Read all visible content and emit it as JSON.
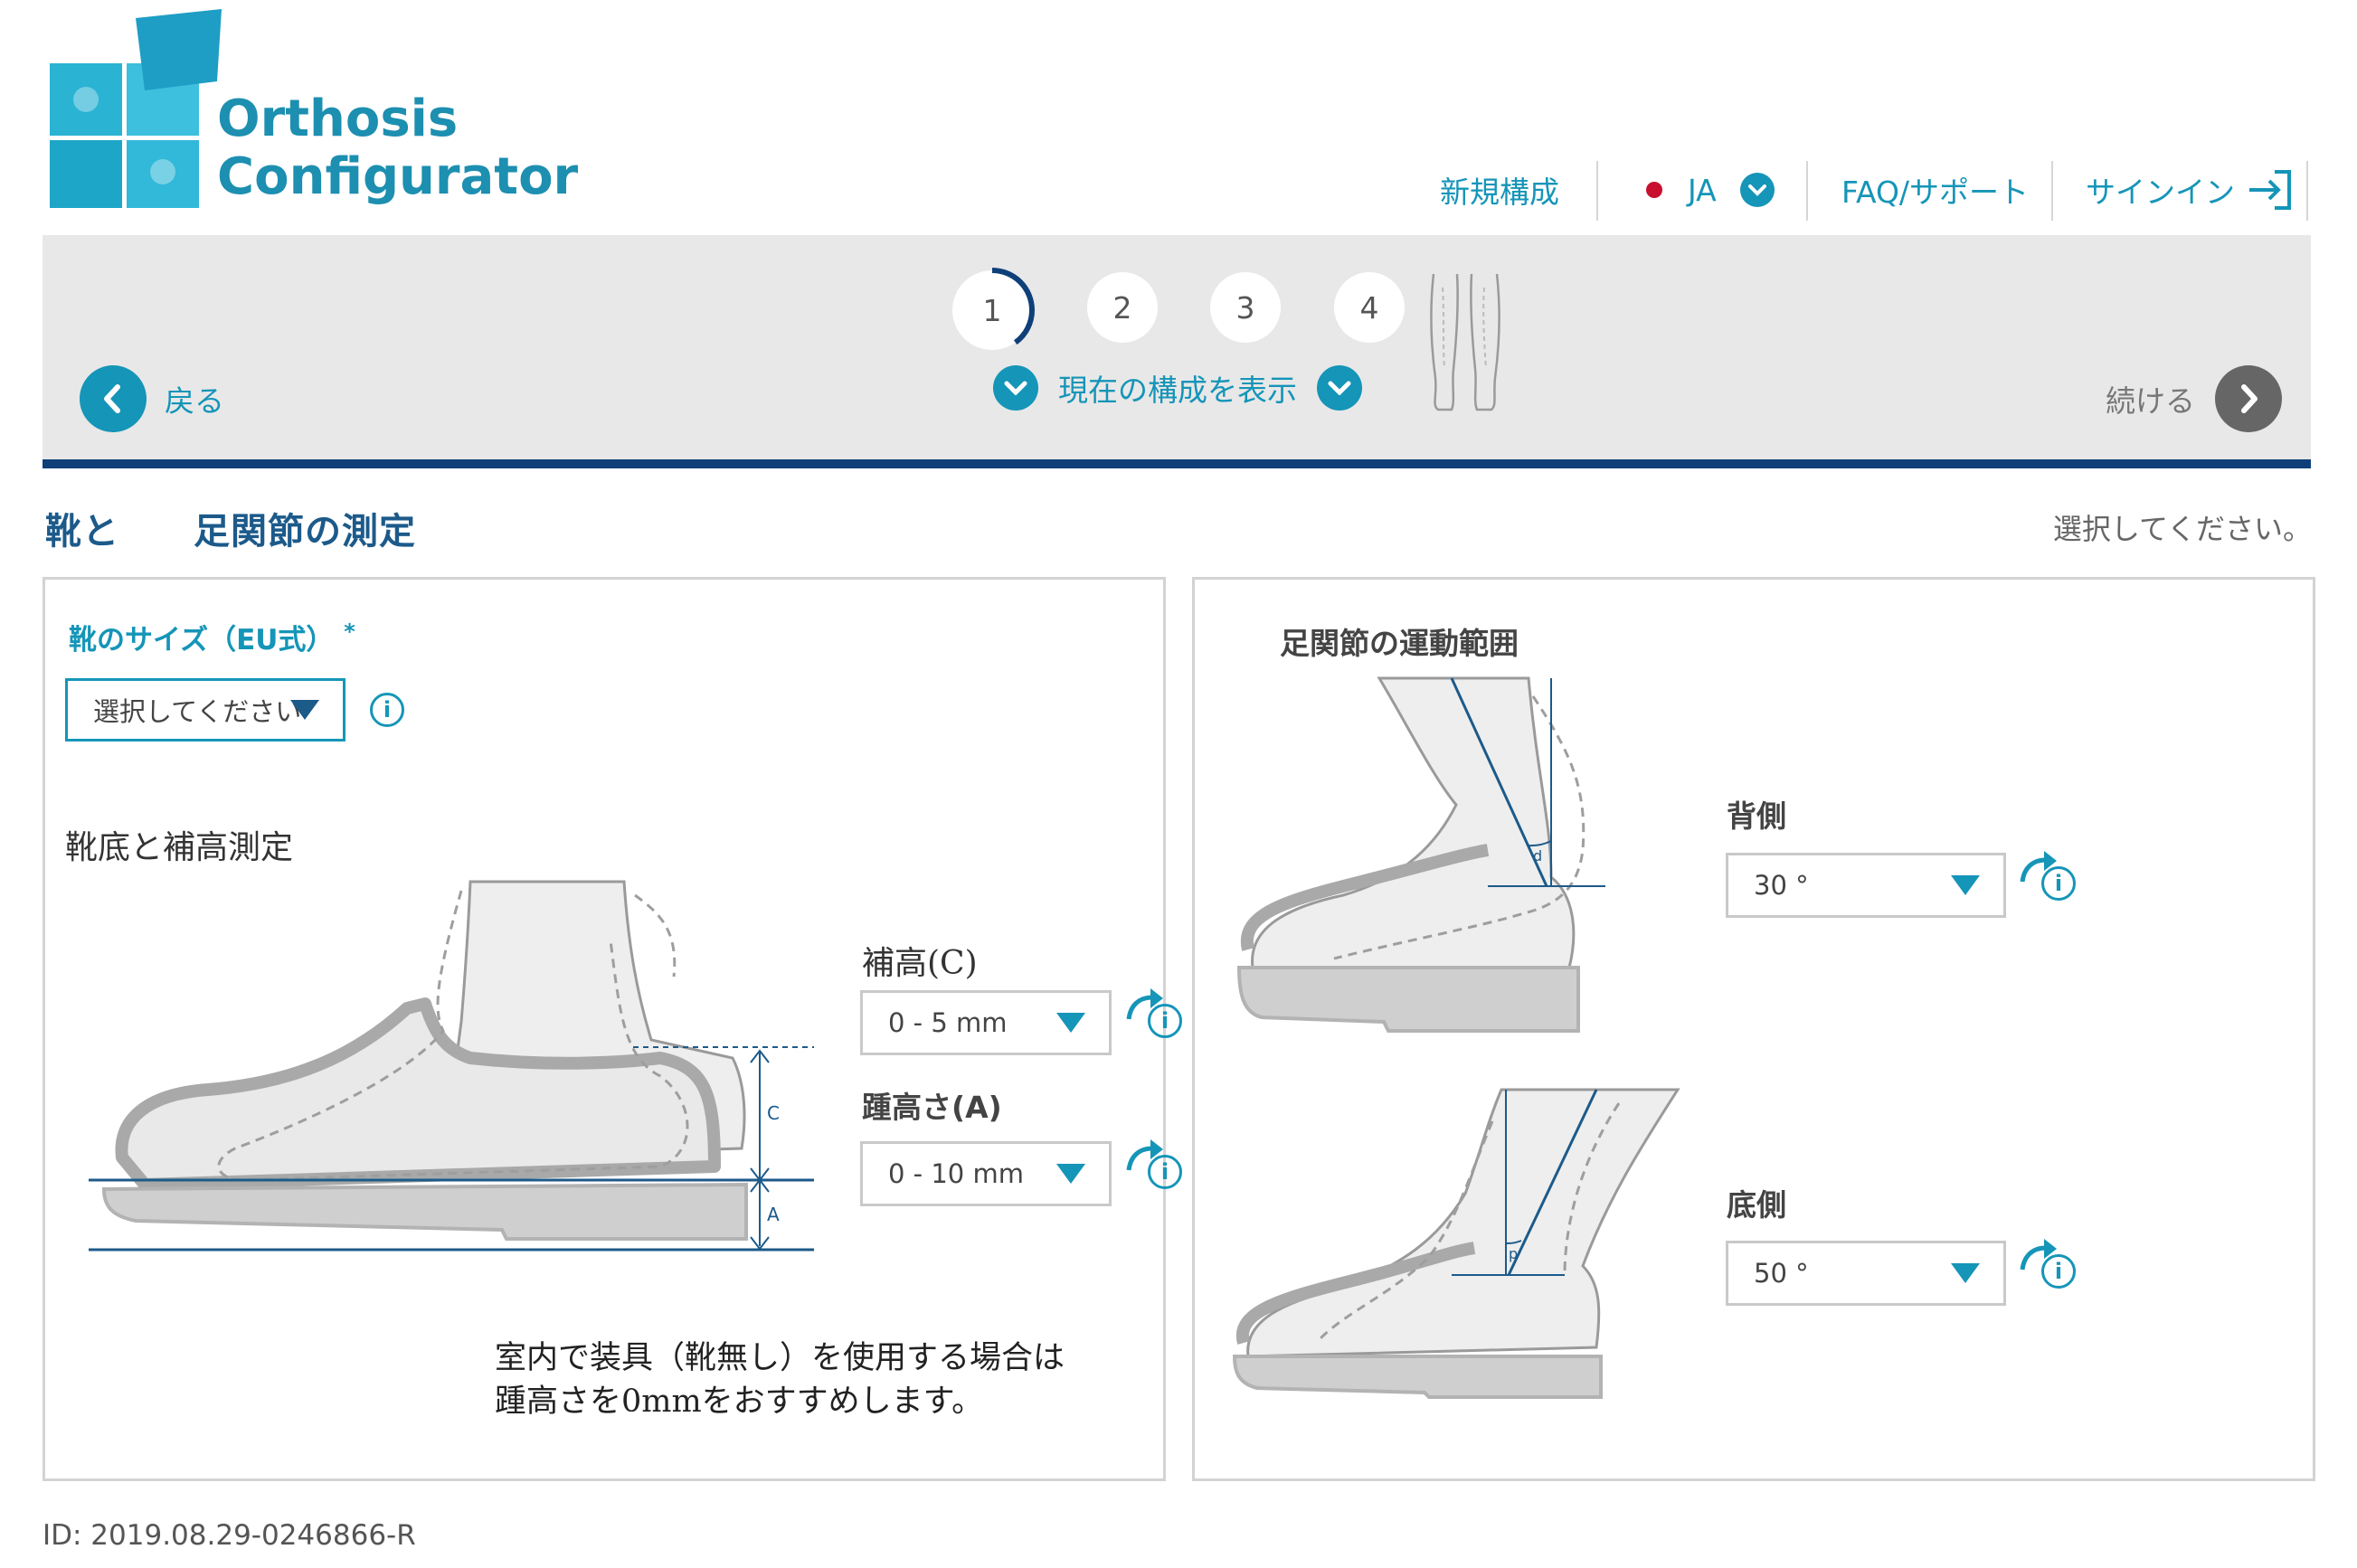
{
  "header": {
    "logo": {
      "line1": "Orthosis",
      "line2": "Configurator"
    },
    "nav": {
      "new_config": "新規構成",
      "language": "JA",
      "faq": "FAQ/サポート",
      "signin": "サインイン"
    }
  },
  "steps": {
    "items": [
      "1",
      "2",
      "3",
      "4"
    ],
    "active": 1,
    "progress": 0.4,
    "back_label": "戻る",
    "show_config_label": "現在の構成を表示",
    "continue_label": "続ける"
  },
  "section": {
    "title": "靴と　　足関節の測定",
    "hint": "選択してください。"
  },
  "left_panel": {
    "shoe_size_label": "靴のサイズ（EU式）",
    "required_mark": "*",
    "shoe_size_value": "選択してください",
    "measure_title": "靴底と補高測定",
    "heel_lift_label": "補高(C)",
    "heel_lift_value": "0 - 5 mm",
    "heel_height_label": "踵高さ(A)",
    "heel_height_value": "0 - 10 mm",
    "diagram_labels": {
      "c": "C",
      "a": "A"
    },
    "note_line1": "室内で装具（靴無し）を使用する場合は",
    "note_line2": "踵高さを0mmをおすすめします。"
  },
  "right_panel": {
    "title": "足関節の運動範囲",
    "dorsal_label": "背側",
    "dorsal_value": "30 °",
    "plantar_label": "底側",
    "plantar_value": "50 °",
    "angle_labels": {
      "d": "d",
      "p": "p"
    }
  },
  "footer": {
    "id": "ID: 2019.08.29-0246866-R"
  },
  "colors": {
    "teal": "#1595b8",
    "navy": "#0f3f79",
    "lang_dot": "#c8102e"
  }
}
